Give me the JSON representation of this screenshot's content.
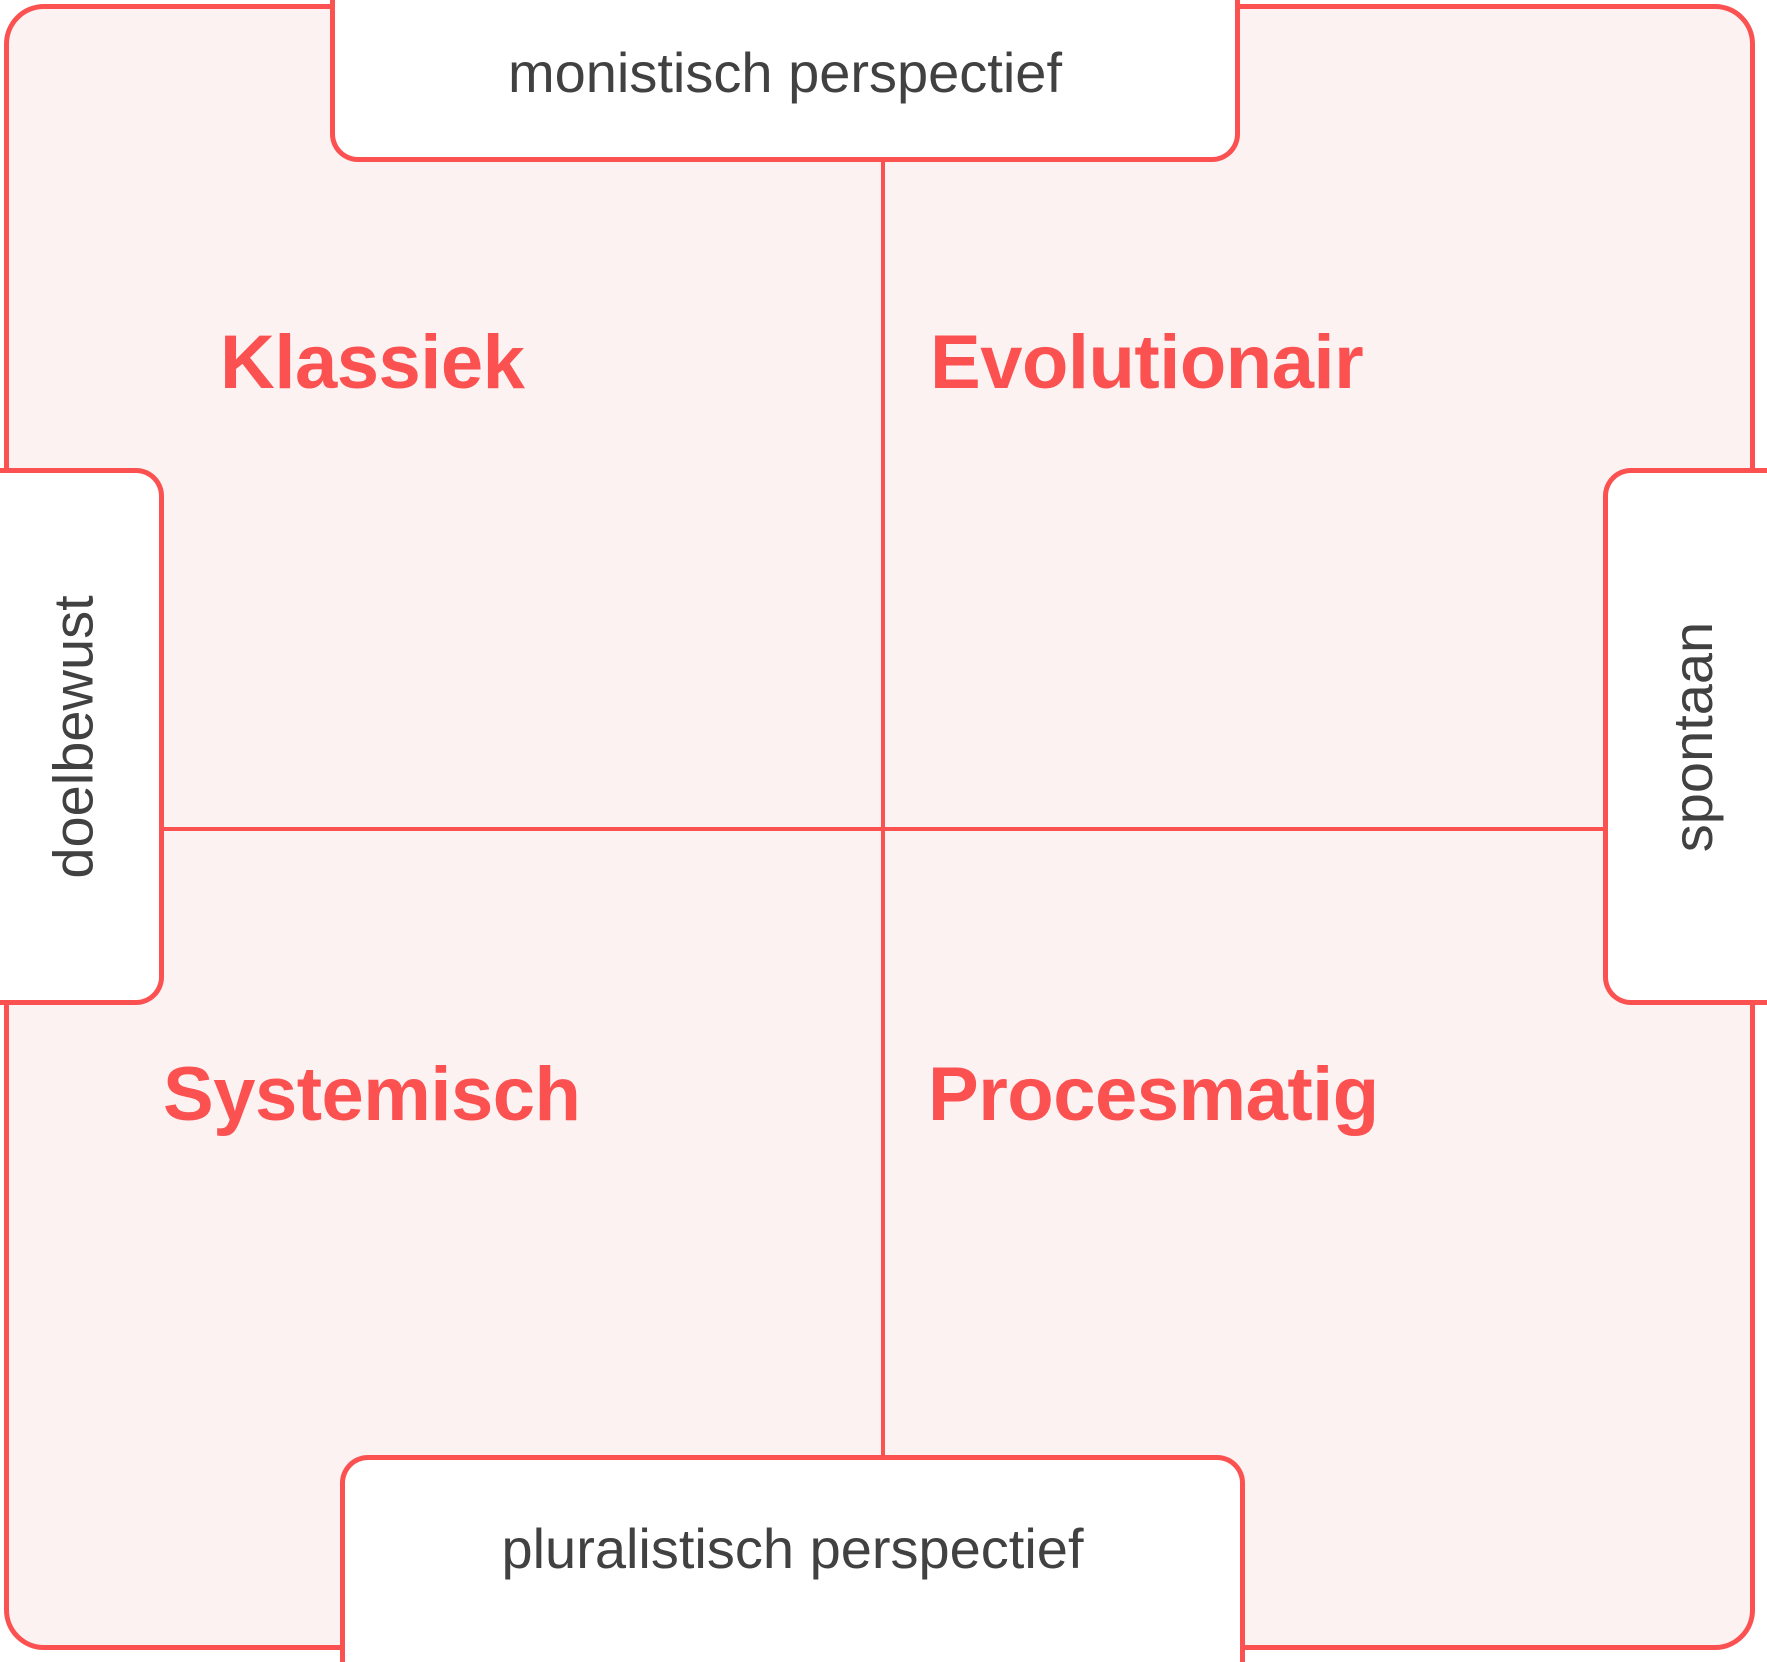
{
  "diagram": {
    "type": "2x2-matrix",
    "title_present": false,
    "colors": {
      "accent": "#fb5151",
      "plate_background": "#fdf2f2",
      "tab_background": "#ffffff",
      "axis_label_text": "#414141",
      "page_background": "#ffffff"
    },
    "axes": {
      "vertical": {
        "top_label": "monistisch perspectief",
        "bottom_label": "pluralistisch perspectief"
      },
      "horizontal": {
        "left_label": "doelbewust",
        "right_label": "spontaan"
      }
    },
    "quadrants": [
      {
        "position": "top-left",
        "label": "Klassiek"
      },
      {
        "position": "top-right",
        "label": "Evolutionair"
      },
      {
        "position": "bottom-left",
        "label": "Systemisch"
      },
      {
        "position": "bottom-right",
        "label": "Procesmatig"
      }
    ]
  }
}
